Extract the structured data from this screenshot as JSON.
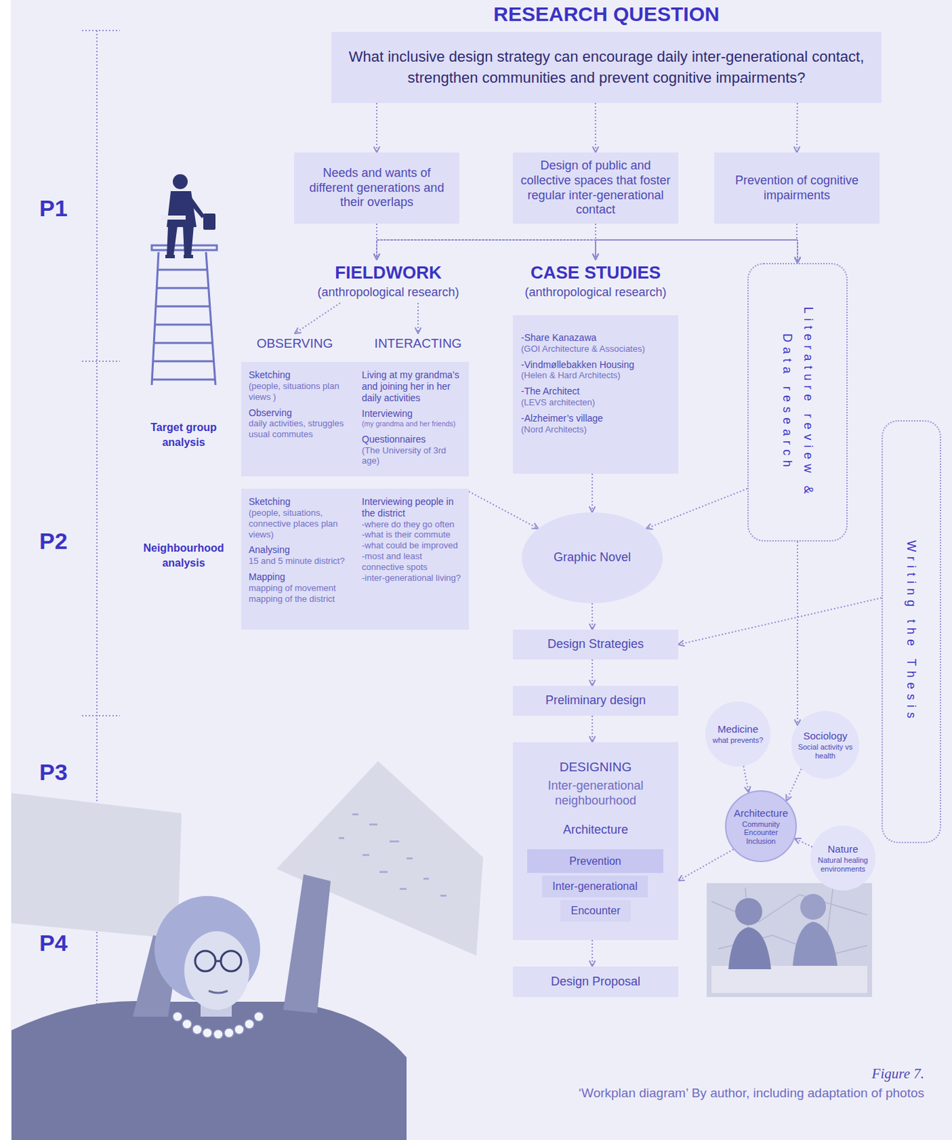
{
  "diagram": {
    "title": "RESEARCH QUESTION",
    "caption": "‘Workplan diagram’ By author, including adaptation of photos",
    "nodes": [
      {
        "text": [
          "What inclusive design strategy can encourage daily inter-generational contact, strengthen communities and prevent cognitive impairments?"
        ]
      },
      {
        "text": [
          "Needs and wants of different generations and their overlaps"
        ]
      },
      {
        "text": [
          "Design of public and collective spaces that foster regular inter-generational contact"
        ]
      },
      {
        "text": [
          "Prevention of cognitive impairments"
        ]
      },
      {
        "text": [
          "FIELDWORK",
          "(anthropological research)"
        ]
      },
      {
        "text": [
          "CASE STUDIES",
          "(anthropological research)"
        ]
      },
      {
        "text": [
          "Literature review & Data research"
        ]
      },
      {
        "text": [
          "OBSERVING"
        ]
      },
      {
        "text": [
          "INTERACTING"
        ]
      },
      {
        "text": [
          "Sketching",
          "(people, situations plan views )",
          "Observing",
          "daily activities, struggles usual commutes",
          "Living at my grandma’s and joining her in her daily activities",
          "Interviewing",
          "(my grandma and her friends)",
          "Questionnaires",
          "(The University of 3rd age)"
        ]
      },
      {
        "text": [
          "-Share Kanazawa",
          "(GOI Architecture & Associates)",
          "-Vindmøllebakken Housing",
          "(Helen & Hard Architects)",
          "-The Architect",
          "(LEVS architecten)",
          "-Alzheimer’s village",
          "(Nord Architects)"
        ]
      },
      {
        "text": [
          "Sketching",
          "(people, situations, connective places plan views)",
          "Analysing",
          "15 and 5 minute district?",
          "Mapping",
          "mapping of movement mapping of the district",
          "Interviewing people in the district",
          "-where do they go often",
          "-what is their commute",
          "-what could be improved",
          "-most and least connective spots",
          "-inter-generational living?"
        ]
      },
      {
        "text": [
          "Writing the Thesis"
        ]
      },
      {
        "text": [
          "Graphic Novel"
        ]
      },
      {
        "text": [
          "Design Strategies"
        ]
      },
      {
        "text": [
          "Preliminary design"
        ]
      },
      {
        "text": [
          "DESIGNING",
          "Inter-generational neighbourhood",
          "Architecture"
        ]
      },
      {
        "text": [
          "Prevention"
        ],
        "in": 16
      },
      {
        "text": [
          "Inter-generational"
        ],
        "in": 16
      },
      {
        "text": [
          "Encounter"
        ],
        "in": 16
      },
      {
        "text": [
          "Medicine",
          "what prevents?"
        ]
      },
      {
        "text": [
          "Sociology",
          "Social activity vs health"
        ]
      },
      {
        "text": [
          "Architecture",
          "Community Encounter Inclusion"
        ]
      },
      {
        "text": [
          "Nature",
          "Natural healing environments"
        ]
      },
      {
        "text": [
          "Design Proposal"
        ]
      }
    ],
    "edges": [
      {
        "from": 0,
        "to": 1,
        "arrow": "to"
      },
      {
        "from": 0,
        "to": 2,
        "arrow": "to"
      },
      {
        "from": 0,
        "to": 3,
        "arrow": "to"
      },
      {
        "from": 1,
        "to": 4,
        "arrow": "to"
      },
      {
        "from": 1,
        "to": 5,
        "arrow": "to"
      },
      {
        "from": 1,
        "to": 6,
        "arrow": "to"
      },
      {
        "from": 2,
        "to": 4,
        "arrow": "to"
      },
      {
        "from": 2,
        "to": 5,
        "arrow": "to"
      },
      {
        "from": 2,
        "to": 6,
        "arrow": "to"
      },
      {
        "from": 3,
        "to": 4,
        "arrow": "to"
      },
      {
        "from": 3,
        "to": 5,
        "arrow": "to"
      },
      {
        "from": 3,
        "to": 6,
        "arrow": "to"
      },
      {
        "from": 4,
        "to": 7,
        "arrow": "to"
      },
      {
        "from": 4,
        "to": 8,
        "arrow": "to"
      },
      {
        "from": 11,
        "to": 13,
        "arrow": "to"
      },
      {
        "from": 10,
        "to": 13,
        "arrow": "to"
      },
      {
        "from": 6,
        "to": 13,
        "arrow": "to"
      },
      {
        "from": 13,
        "to": 14,
        "arrow": "to"
      },
      {
        "from": 12,
        "to": 14,
        "arrow": "to"
      },
      {
        "from": 14,
        "to": 15,
        "arrow": "to"
      },
      {
        "from": 15,
        "to": 16,
        "arrow": "to"
      },
      {
        "from": 16,
        "to": 24,
        "arrow": "to"
      },
      {
        "from": 6,
        "to": 21,
        "arrow": "to"
      },
      {
        "from": 20,
        "to": 22,
        "arrow": "to"
      },
      {
        "from": 21,
        "to": 22,
        "arrow": "to"
      },
      {
        "from": 23,
        "to": 22,
        "arrow": "to"
      },
      {
        "from": 22,
        "to": 16,
        "arrow": "to"
      }
    ],
    "labels": [
      "P1",
      "P2",
      "P3",
      "P4",
      "Target group analysis",
      "Neighbourhood analysis",
      "Figure 7."
    ]
  }
}
